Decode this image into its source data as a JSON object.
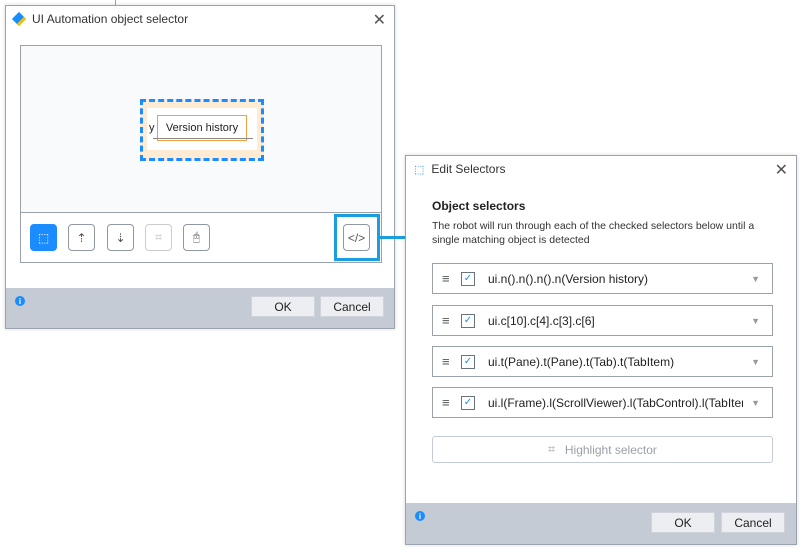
{
  "left_dialog": {
    "title": "UI Automation object selector",
    "preview_text": "Version history",
    "preview_partial": "y",
    "ok": "OK",
    "cancel": "Cancel",
    "tools": [
      "select-element-icon",
      "parent-element-icon",
      "child-element-icon",
      "highlight-icon",
      "mouse-icon",
      "code-icon"
    ]
  },
  "right_dialog": {
    "title": "Edit Selectors",
    "heading": "Object selectors",
    "description": "The robot will run through each of the checked selectors below until a single matching object is detected",
    "selectors": [
      {
        "text": "ui.n().n().n().n(Version history)",
        "checked": true
      },
      {
        "text": "ui.c[10].c[4].c[3].c[6]",
        "checked": true
      },
      {
        "text": "ui.t(Pane).t(Pane).t(Tab).t(TabItem)",
        "checked": true
      },
      {
        "text": "ui.l(Frame).l(ScrollViewer).l(TabControl).l(TabItem)",
        "checked": true
      }
    ],
    "highlight_label": "Highlight selector",
    "ok": "OK",
    "cancel": "Cancel"
  },
  "accent": "#1a8cff"
}
